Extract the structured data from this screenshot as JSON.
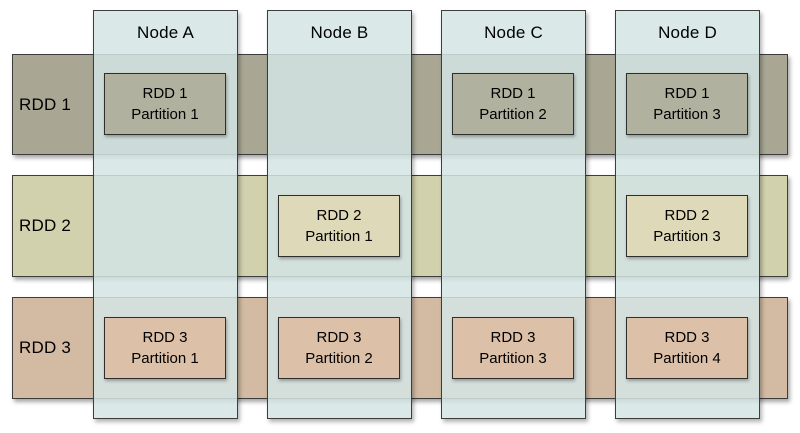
{
  "nodes": [
    {
      "label": "Node A"
    },
    {
      "label": "Node B"
    },
    {
      "label": "Node C"
    },
    {
      "label": "Node D"
    }
  ],
  "rdds": [
    {
      "label": "RDD 1",
      "row_color": "#a9a794",
      "partition_box_color": "#b1b1a0",
      "partitions": [
        {
          "node": "Node A",
          "line1": "RDD 1",
          "line2": "Partition 1"
        },
        {
          "node": "Node C",
          "line1": "RDD 1",
          "line2": "Partition 2"
        },
        {
          "node": "Node D",
          "line1": "RDD 1",
          "line2": "Partition 3"
        }
      ]
    },
    {
      "label": "RDD 2",
      "row_color": "#d2d1ae",
      "partition_box_color": "#ded9b8",
      "partitions": [
        {
          "node": "Node B",
          "line1": "RDD 2",
          "line2": "Partition 1"
        },
        {
          "node": "Node D",
          "line1": "RDD 2",
          "line2": "Partition 3"
        }
      ]
    },
    {
      "label": "RDD 3",
      "row_color": "#d3bba3",
      "partition_box_color": "#dcc0a8",
      "partitions": [
        {
          "node": "Node A",
          "line1": "RDD 3",
          "line2": "Partition 1"
        },
        {
          "node": "Node B",
          "line1": "RDD 3",
          "line2": "Partition 2"
        },
        {
          "node": "Node C",
          "line1": "RDD 3",
          "line2": "Partition 3"
        },
        {
          "node": "Node D",
          "line1": "RDD 3",
          "line2": "Partition 4"
        }
      ]
    }
  ],
  "colors": {
    "node_fill": "#dde9e9",
    "border": "#3d3d3d",
    "background": "#ffffff"
  }
}
